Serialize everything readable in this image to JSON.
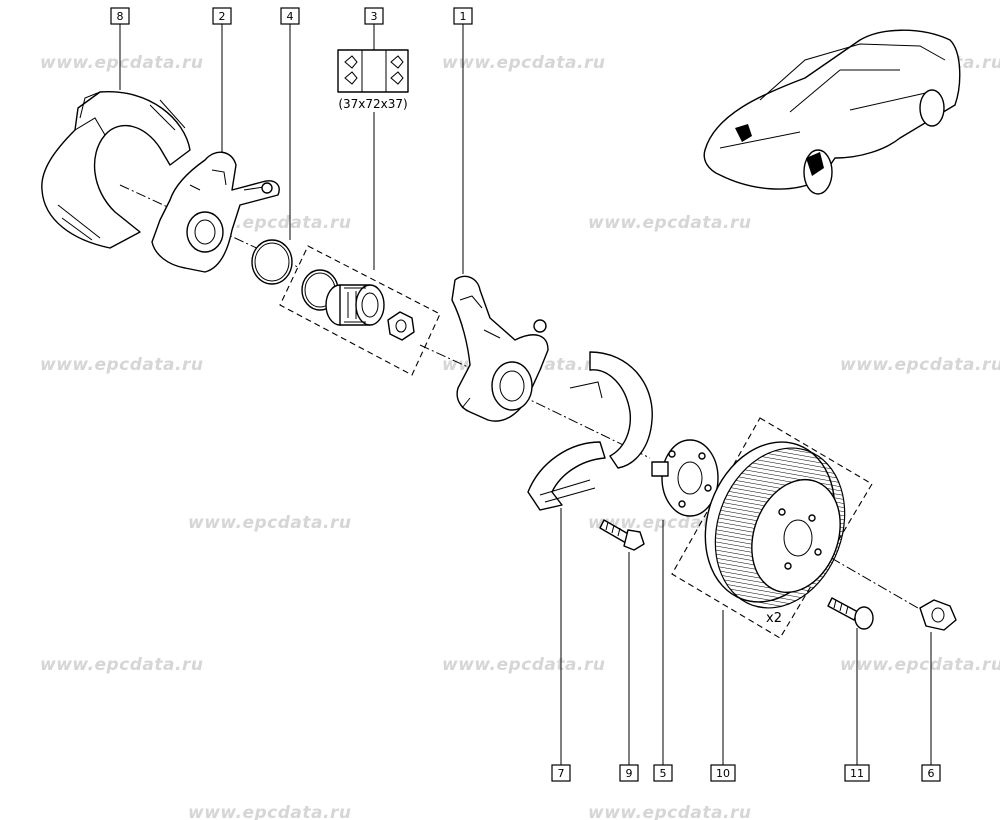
{
  "watermark": {
    "text": "www.epcdata.ru"
  },
  "callouts": [
    {
      "id": "8",
      "label": "8"
    },
    {
      "id": "2",
      "label": "2"
    },
    {
      "id": "4",
      "label": "4"
    },
    {
      "id": "3",
      "label": "3"
    },
    {
      "id": "1",
      "label": "1"
    },
    {
      "id": "7",
      "label": "7"
    },
    {
      "id": "9",
      "label": "9"
    },
    {
      "id": "5",
      "label": "5"
    },
    {
      "id": "10",
      "label": "10"
    },
    {
      "id": "11",
      "label": "11"
    },
    {
      "id": "6",
      "label": "6"
    }
  ],
  "bearing_dimension": "(37x72x37)",
  "disc_quantity": "x2",
  "colors": {
    "line": "#000000",
    "watermark": "#d6d6d6",
    "background": "#ffffff"
  }
}
